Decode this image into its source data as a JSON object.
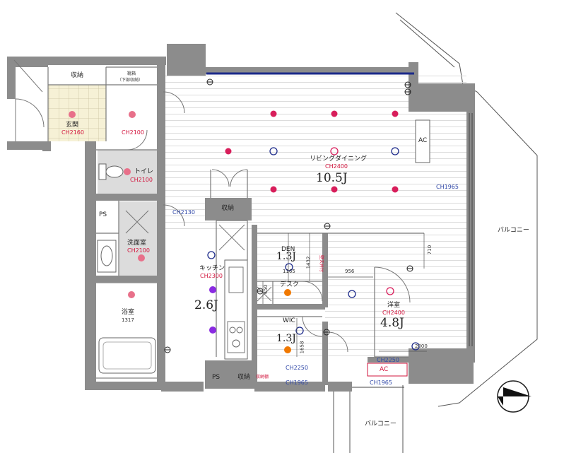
{
  "rooms": {
    "storage_top": "収納",
    "shoe_closet": "靴箱",
    "shoe_closet_note": "（下部収納）",
    "entrance": "玄関",
    "entrance_ch": "CH2160",
    "hall_ch": "CH2100",
    "toilet": "トイレ",
    "toilet_ch": "CH2100",
    "ps_left": "PS",
    "washroom": "洗面室",
    "washroom_ch": "CH2100",
    "bathroom": "浴室",
    "bathroom_dim": "1317",
    "ch2130": "CH2130",
    "storage_mid": "収納",
    "living": "リビングダイニング",
    "living_ch": "CH2400",
    "living_size": "10.5J",
    "ac_top": "AC",
    "ch1965_right": "CH1965",
    "balcony_right": "バルコニー",
    "den": "DEN",
    "den_size": "1.3J",
    "den_w": "1165",
    "den_h": "1432",
    "den_note": "壁天井付",
    "dim_956": "956",
    "dim_710": "710",
    "kitchen": "キッチン",
    "kitchen_ch": "CH2300",
    "kitchen_size": "2.6J",
    "dim_450": "450",
    "desk": "デスク",
    "western": "洋室",
    "western_ch": "CH2400",
    "western_size": "4.8J",
    "wic": "WIC",
    "wic_size": "1.3J",
    "wic_dim": "1658",
    "dim_2000": "2000",
    "ch2250_a": "CH2250",
    "ch2250_b": "CH2250",
    "ac_bottom": "AC",
    "ps_bottom": "PS",
    "storage_bottom": "収納",
    "bottom_note": "収納棚",
    "ch1965_a": "CH1965",
    "ch1965_b": "CH1965",
    "balcony_bottom": "バルコニー"
  },
  "colors": {
    "wall": "#8c8c8c",
    "light_red": "#d81e5b",
    "light_purple": "#8a2be2",
    "light_orange": "#f07800",
    "light_navy": "#1c2a8a",
    "floor_line": "#d9d9d9",
    "wet_area": "#dcdcdc",
    "entrance_tile": "#f5f0d2"
  }
}
